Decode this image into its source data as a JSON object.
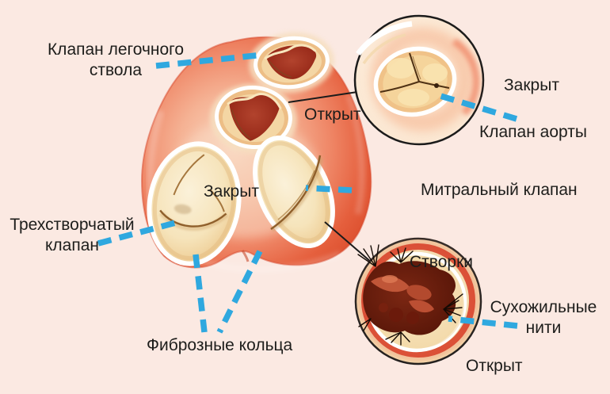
{
  "colors": {
    "background": "#fbe9e2",
    "leader_blue": "#2fa8df",
    "connector_black": "#1b1b1b",
    "heart_coral": "#ee7a5f",
    "heart_rim_red": "#df5434",
    "valve_cream": "#f6e4bd",
    "opening_dark_red": "#982a1a",
    "ring_white": "#ffffff",
    "text": "#1d1d1b"
  },
  "labels": {
    "pulmonary_valve": "Клапан легочного\nствола",
    "open_state_main": "Открыт",
    "closed_state_inset_top": "Закрыт",
    "aortic_valve": "Клапан аорты",
    "mitral_valve": "Митральный клапан",
    "closed_state_main": "Закрыт",
    "tricuspid_valve": "Трехстворчатый\nклапан",
    "fibrous_rings": "Фиброзные кольца",
    "cusps": "Створки",
    "chordae": "Сухожильные\nнити",
    "open_state_inset_bottom": "Открыт"
  }
}
